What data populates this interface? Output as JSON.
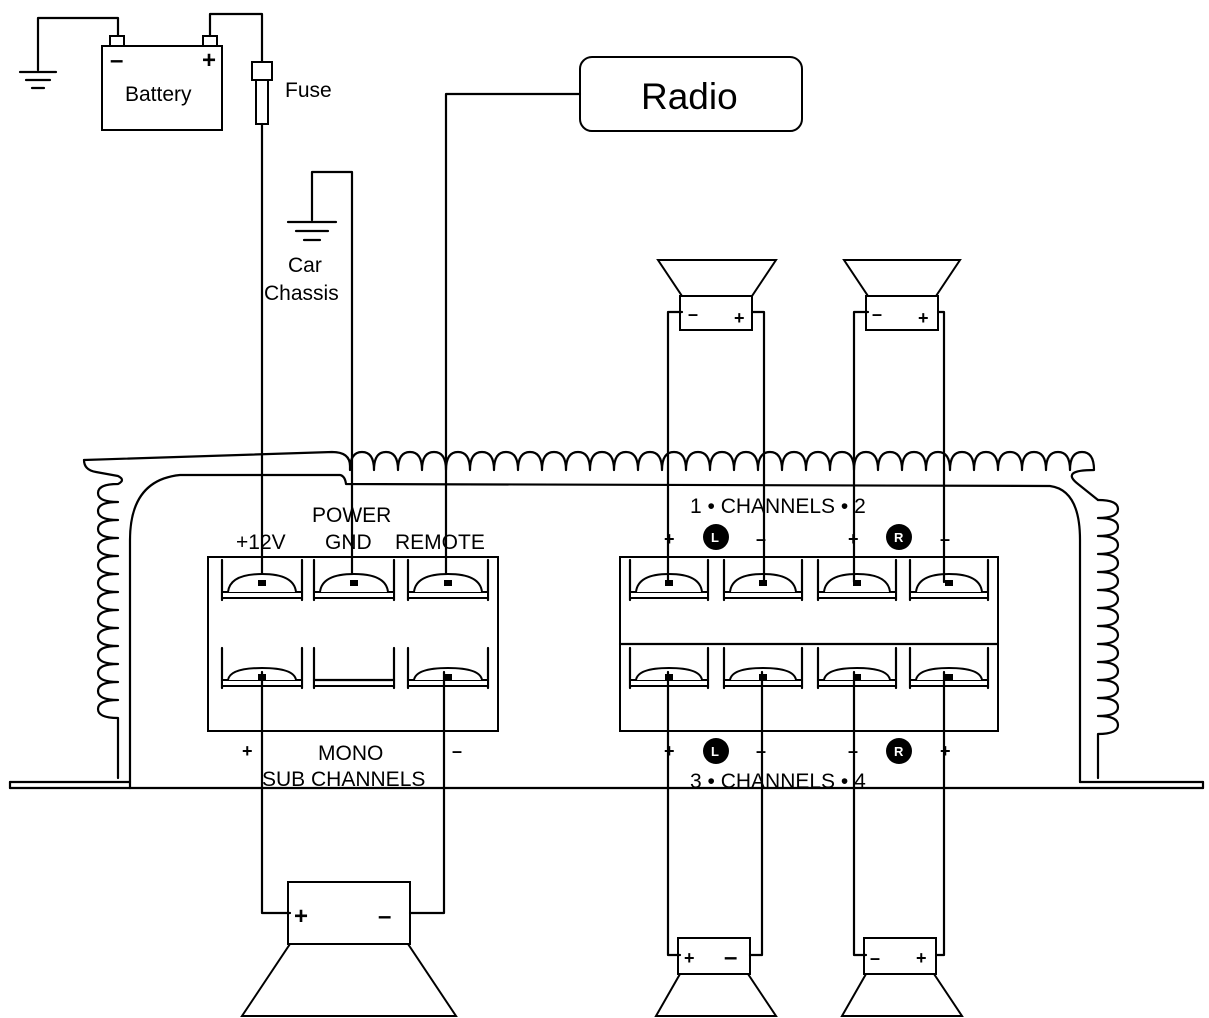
{
  "labels": {
    "battery": "Battery",
    "battery_neg": "–",
    "battery_pos": "+",
    "fuse": "Fuse",
    "radio": "Radio",
    "car": "Car",
    "chassis": "Chassis",
    "power": "POWER",
    "plus12v": "+12V",
    "gnd": "GND",
    "remote": "REMOTE",
    "mono": "MONO",
    "sub_channels": "SUB CHANNELS",
    "channels_top": "1 • CHANNELS • 2",
    "channels_bottom": "3 • CHANNELS • 4",
    "plus": "+",
    "minus": "–"
  },
  "badges": {
    "top_left": "L",
    "top_right": "R",
    "bottom_left": "L",
    "bottom_right": "R"
  },
  "speaker_terminals": {
    "top_left_neg": "–",
    "top_left_pos": "+",
    "top_right_neg": "–",
    "top_right_pos": "+",
    "bottom_left_pos": "+",
    "bottom_left_neg": "–",
    "bottom_right_neg": "–",
    "bottom_right_pos": "+",
    "sub_pos": "+",
    "sub_neg": "–"
  }
}
